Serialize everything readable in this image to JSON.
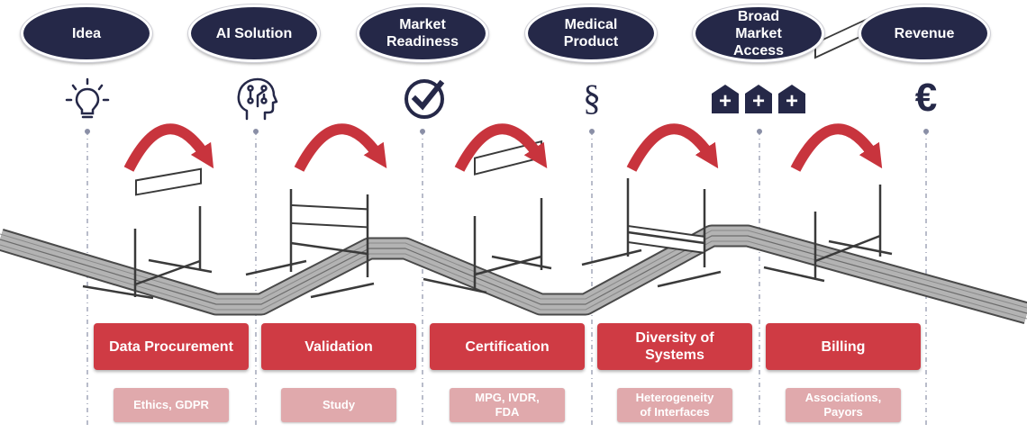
{
  "stages": [
    {
      "label": "Idea",
      "icon": "lightbulb-icon"
    },
    {
      "label": "AI Solution",
      "icon": "ai-head-icon"
    },
    {
      "label": "Market\nReadiness",
      "icon": "checkmark-icon"
    },
    {
      "label": "Medical\nProduct",
      "icon": "section-sign-icon"
    },
    {
      "label": "Broad\nMarket\nAccess",
      "icon": "hospitals-icon"
    },
    {
      "label": "Revenue",
      "icon": "euro-icon"
    }
  ],
  "hurdles": [
    {
      "label": "Data Procurement",
      "detail": "Ethics, GDPR"
    },
    {
      "label": "Validation",
      "detail": "Study"
    },
    {
      "label": "Certification",
      "detail": "MPG, IVDR,\nFDA"
    },
    {
      "label": "Diversity of\nSystems",
      "detail": "Heterogeneity\nof Interfaces"
    },
    {
      "label": "Billing",
      "detail": "Associations,\nPayors"
    }
  ],
  "icon_glyphs": {
    "section": "§",
    "euro": "€",
    "plus": "+"
  },
  "colors": {
    "oval": "#252848",
    "hurdle_box": "#cf3b44",
    "detail_box": "#e0a9ac",
    "arrow": "#c8343d",
    "track": "#a6a6a6",
    "hurdle_frame": "#3a3a3a",
    "dashed_line": "#8a8fa6"
  }
}
